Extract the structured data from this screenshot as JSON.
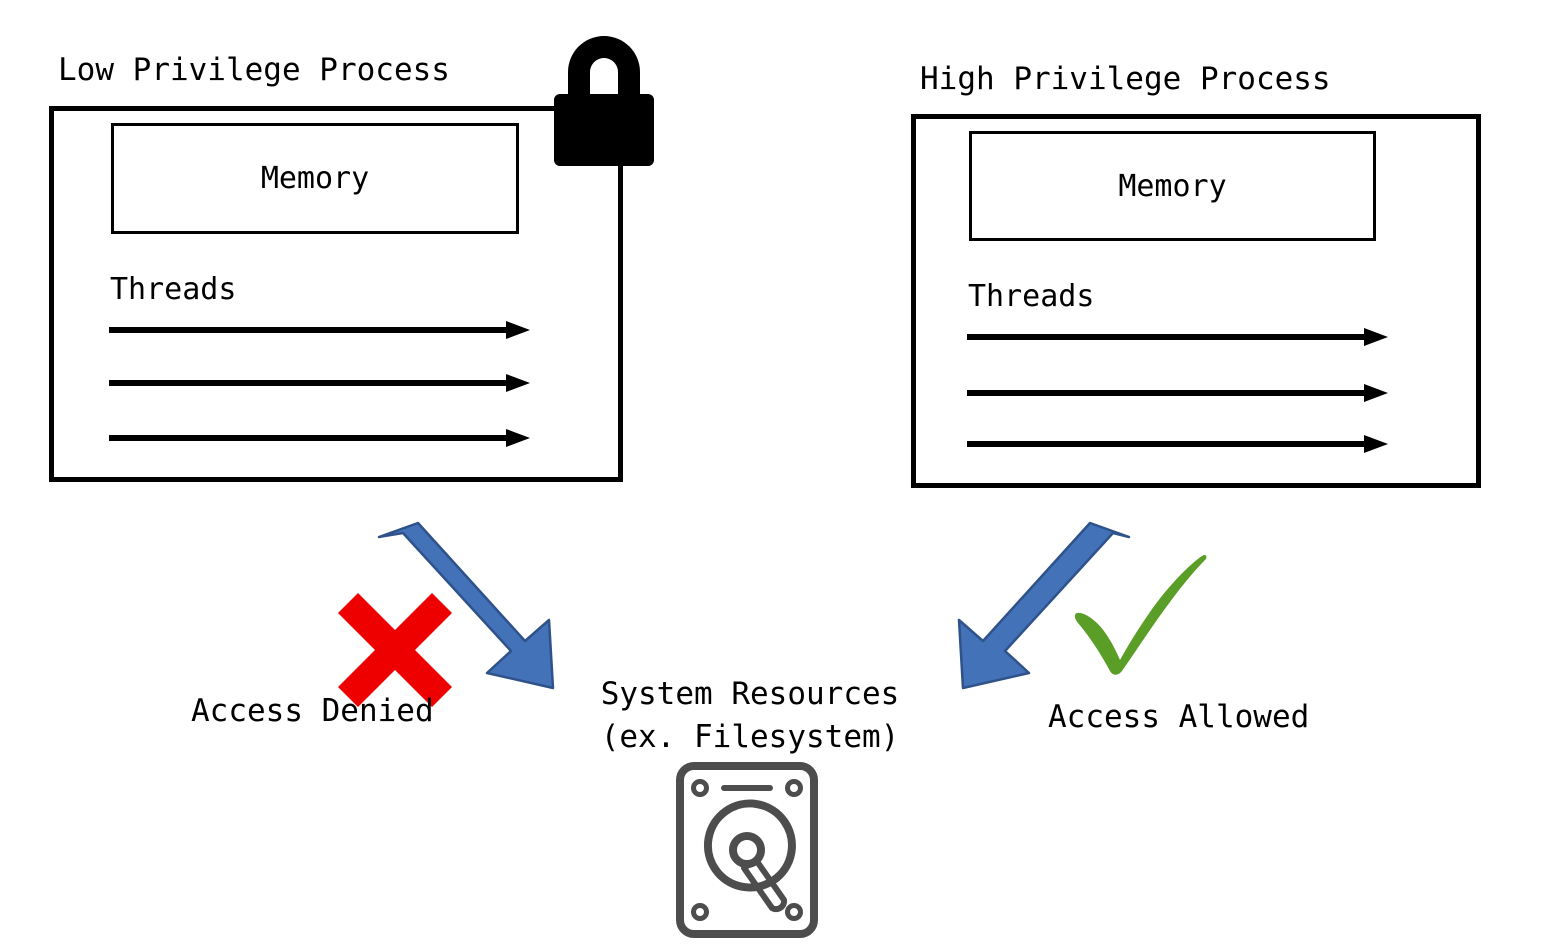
{
  "diagram": {
    "title_left": "Low Privilege Process",
    "title_right": "High Privilege Process",
    "memory_label": "Memory",
    "threads_label": "Threads",
    "thread_count": 3,
    "access_denied_label": "Access Denied",
    "access_allowed_label": "Access Allowed",
    "resources_line1": "System Resources",
    "resources_line2": "(ex. Filesystem)",
    "icons": {
      "lock": "lock-icon",
      "cross": "red-cross-icon",
      "check": "green-check-icon",
      "disk": "hard-drive-icon",
      "arrow_denied": "blue-arrow-down-right-icon",
      "arrow_allowed": "blue-arrow-down-left-icon"
    },
    "colors": {
      "stroke": "#000000",
      "blue_arrow": "#4472b8",
      "blue_arrow_edge": "#2e5289",
      "red_cross": "#ee0000",
      "green_check": "#5a9e27",
      "disk_gray": "#4d4d4d",
      "background": "#ffffff"
    }
  }
}
